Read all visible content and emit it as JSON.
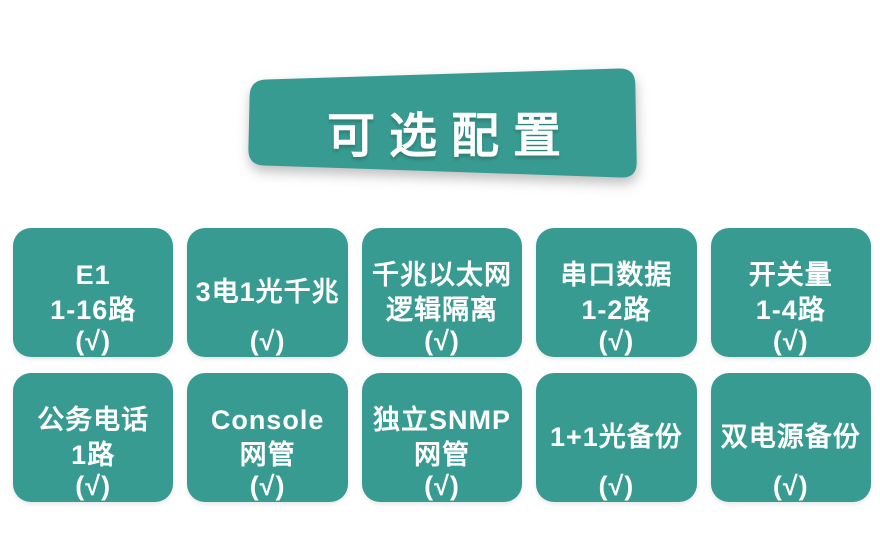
{
  "colors": {
    "accent": "#389b91",
    "text": "#ffffff",
    "background": "#ffffff"
  },
  "banner": {
    "title": "可选配置"
  },
  "cards": [
    {
      "lines": [
        "E1",
        "1-16路"
      ],
      "check": "(√)"
    },
    {
      "lines": [
        "3电1光千兆"
      ],
      "check": "(√)"
    },
    {
      "lines": [
        "千兆以太网",
        "逻辑隔离"
      ],
      "check": "(√)"
    },
    {
      "lines": [
        "串口数据",
        "1-2路"
      ],
      "check": "(√)"
    },
    {
      "lines": [
        "开关量",
        "1-4路"
      ],
      "check": "(√)"
    },
    {
      "lines": [
        "公务电话",
        "1路"
      ],
      "check": "(√)"
    },
    {
      "lines": [
        "Console",
        "网管"
      ],
      "check": "(√)"
    },
    {
      "lines": [
        "独立SNMP",
        "网管"
      ],
      "check": "(√)"
    },
    {
      "lines": [
        "1+1光备份"
      ],
      "check": "(√)"
    },
    {
      "lines": [
        "双电源备份"
      ],
      "check": "(√)"
    }
  ]
}
